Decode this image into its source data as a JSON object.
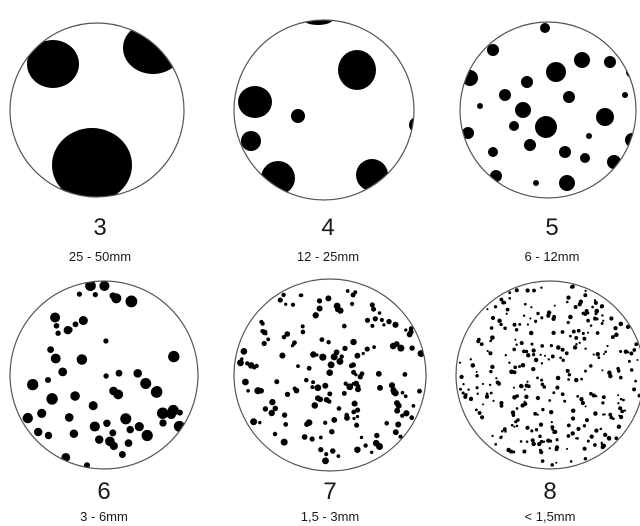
{
  "panels": [
    {
      "number": "3",
      "range": "25 - 50mm"
    },
    {
      "number": "4",
      "range": "12 - 25mm"
    },
    {
      "number": "5",
      "range": "6 - 12mm"
    },
    {
      "number": "6",
      "range": "3 - 6mm"
    },
    {
      "number": "7",
      "range": "1,5 - 3mm"
    },
    {
      "number": "8",
      "range": "< 1,5mm"
    }
  ]
}
